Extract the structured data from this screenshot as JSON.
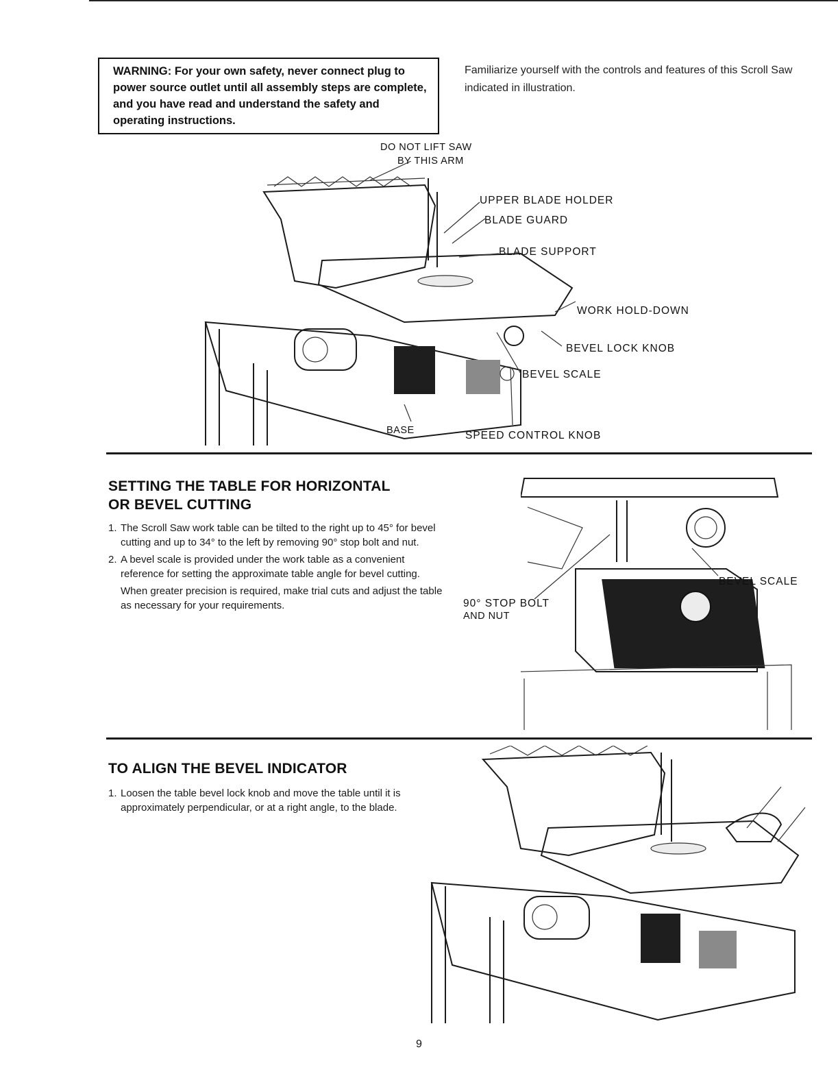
{
  "warning": {
    "text": "WARNING: For your own safety, never connect plug to power source outlet until all assembly steps are complete, and you have read and understand the safety and operating instructions."
  },
  "intro": {
    "text": "Familiarize yourself with the controls and features of this Scroll Saw indicated in illustration."
  },
  "figure1": {
    "callouts": {
      "do_not_lift_line1": "DO NOT LIFT SAW",
      "do_not_lift_line2": "BY THIS ARM",
      "upper_blade_holder": "UPPER BLADE HOLDER",
      "blade_guard": "BLADE GUARD",
      "blade_support": "BLADE SUPPORT",
      "work_hold_down": "WORK HOLD-DOWN",
      "bevel_lock_knob": "BEVEL LOCK KNOB",
      "bevel_scale": "BEVEL SCALE",
      "base": "BASE",
      "speed_control_knob": "SPEED CONTROL KNOB"
    }
  },
  "section_table": {
    "heading_line1": "SETTING THE TABLE FOR HORIZONTAL",
    "heading_line2": "OR BEVEL CUTTING",
    "step1_num": "1.",
    "step1": "The Scroll Saw work table can be tilted to the right up to 45° for bevel cutting and up to 34° to the left by removing 90° stop bolt and nut.",
    "step2_num": "2.",
    "step2": "A bevel scale is provided under the work table as a convenient reference for setting the approximate table angle for bevel cutting.",
    "step2_note": "When greater precision is required, make trial cuts and adjust the table as necessary for your requirements."
  },
  "figure2": {
    "callouts": {
      "stop_bolt_line1": "90° STOP BOLT",
      "stop_bolt_line2": "AND NUT",
      "bevel_scale": "BEVEL SCALE"
    }
  },
  "section_align": {
    "heading": "TO ALIGN THE BEVEL INDICATOR",
    "step1_num": "1.",
    "step1": "Loosen the table bevel lock knob and move the table until it is approximately perpendicular, or at a right angle, to the blade."
  },
  "page_number": "9"
}
